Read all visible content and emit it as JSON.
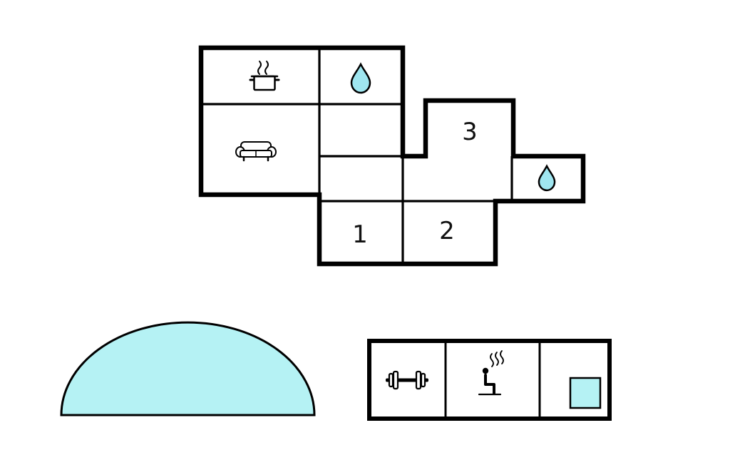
{
  "colors": {
    "background": "#ffffff",
    "wall": "#000000",
    "accent": "#b5f2f4",
    "drop": "#9fe6f0",
    "label": "#111111"
  },
  "floorplan": {
    "rooms": [
      {
        "name": "bedroom-1",
        "label": "1"
      },
      {
        "name": "bedroom-2",
        "label": "2"
      },
      {
        "name": "bedroom-3",
        "label": "3"
      }
    ],
    "features": [
      {
        "name": "kitchen",
        "icon": "cooking-pot-icon"
      },
      {
        "name": "living-room",
        "icon": "sofa-icon"
      },
      {
        "name": "bathroom-top",
        "icon": "water-drop-icon"
      },
      {
        "name": "bathroom-right",
        "icon": "water-drop-icon"
      },
      {
        "name": "gym",
        "icon": "barbell-icon"
      },
      {
        "name": "sauna",
        "icon": "sauna-person-icon"
      },
      {
        "name": "plunge-pool",
        "icon": "pool-square"
      },
      {
        "name": "terrace",
        "icon": "semicircle-terrace"
      }
    ]
  }
}
